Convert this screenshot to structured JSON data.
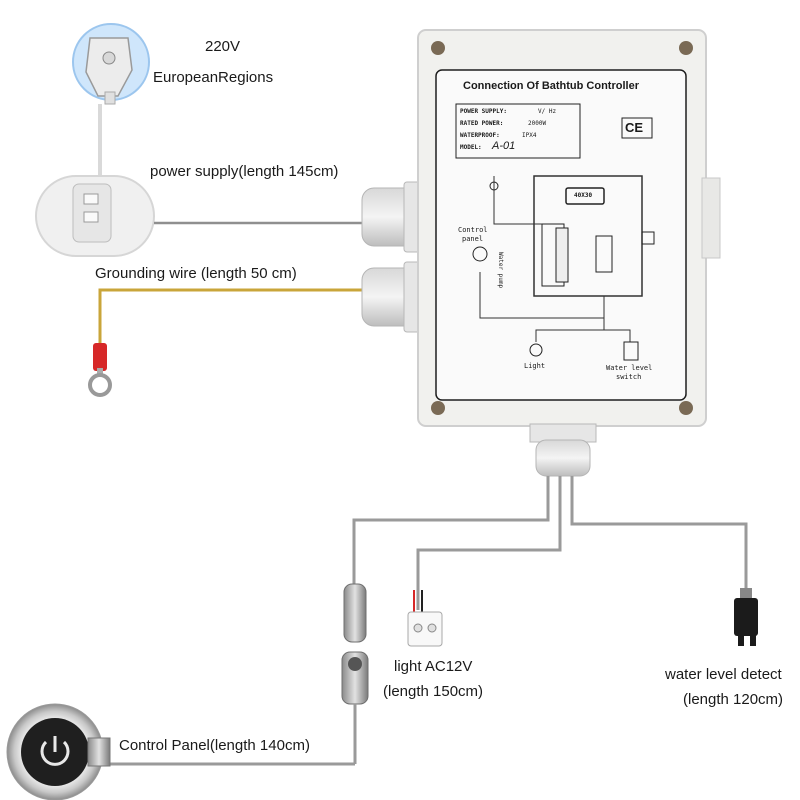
{
  "labels": {
    "voltage": "220V",
    "region": "EuropeanRegions",
    "power_supply": "power supply(length 145cm)",
    "grounding": "Grounding wire  (length 50 cm)",
    "light_line1": "light AC12V",
    "light_line2": "(length 150cm)",
    "water_line1": "water level detect",
    "water_line2": "(length 120cm)",
    "control_panel": "Control Panel(length 140cm)"
  },
  "box": {
    "title": "Connection Of Bathtub Controller",
    "spec_labels": [
      "POWER SUPPLY:",
      "RATED POWER:",
      "WATERPROOF:",
      "MODEL:"
    ],
    "spec_values": [
      "V/     Hz",
      "2000W",
      "IPX4",
      "A-01"
    ],
    "ce_mark": "CE",
    "relay_label": "40X30",
    "control_panel": "Control",
    "control_panel_2": "panel",
    "water_pump": "Water pump",
    "light": "Light",
    "water_level": "Water level",
    "water_level_2": "switch"
  },
  "colors": {
    "wire": "#9a9a9a",
    "box": "#f1f1ee",
    "ground": "#c9a53a",
    "terminal": "#d62828"
  },
  "icons": [
    "plug-icon",
    "power-icon",
    "light-bulb-icon",
    "float-switch-icon",
    "ce-mark-icon"
  ]
}
